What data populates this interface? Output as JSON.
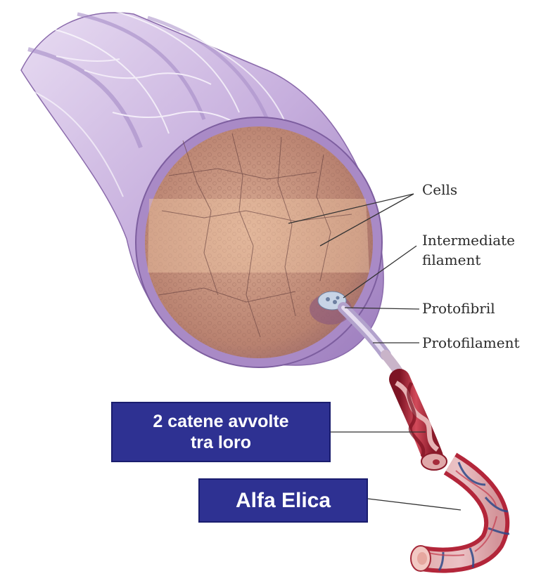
{
  "labels": {
    "cells": "Cells",
    "intermediate_filament_line1": "Intermediate",
    "intermediate_filament_line2": "filament",
    "protofibril": "Protofibril",
    "protofilament": "Protofilament"
  },
  "boxes": {
    "catene_line1": "2 catene avvolte",
    "catene_line2": "tra loro",
    "alfa_elica": "Alfa Elica"
  },
  "colors": {
    "box_fill": "#2e3192",
    "box_text": "#ffffff",
    "fiber_outer": "#b79ad3",
    "cross_section": "#c9967e",
    "helix_red": "#b3263a"
  }
}
